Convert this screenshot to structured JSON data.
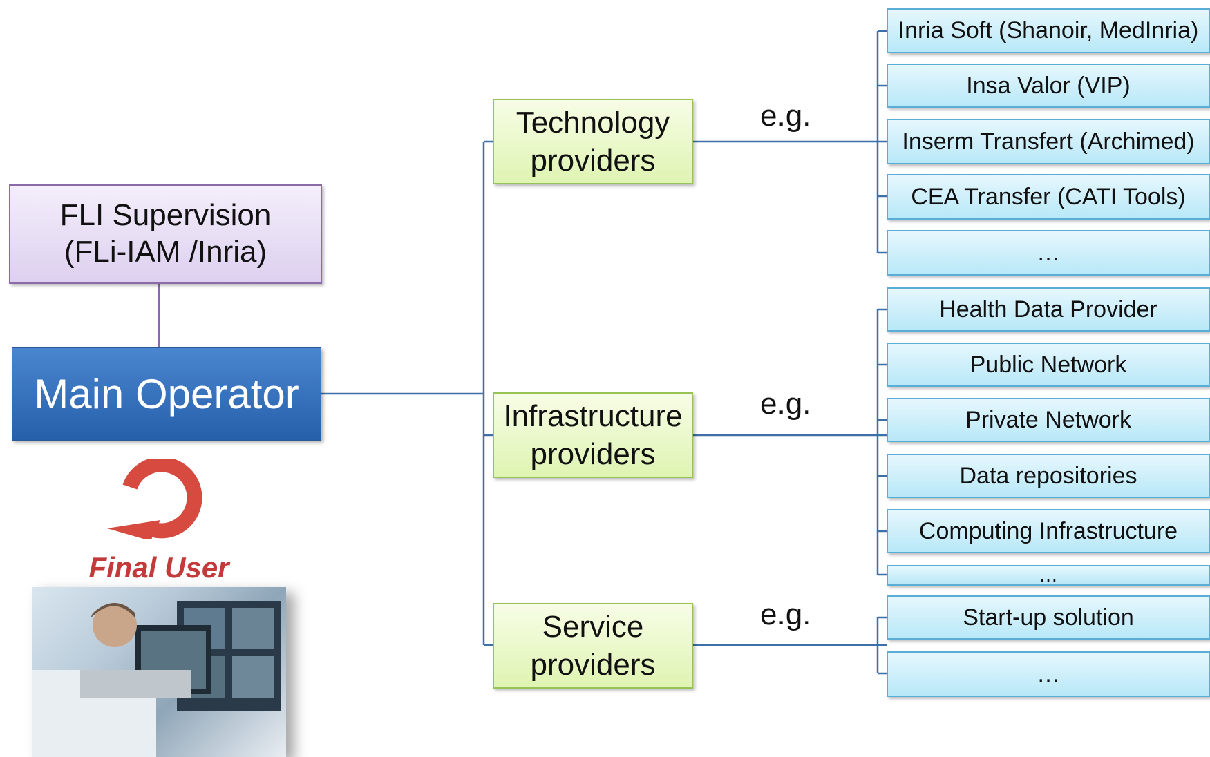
{
  "supervision": {
    "line1": "FLI Supervision",
    "line2": "(FLi-IAM /Inria)"
  },
  "main_operator": "Main Operator",
  "final_user": "Final User",
  "eg_label": "e.g.",
  "providers": {
    "technology": {
      "line1": "Technology",
      "line2": "providers",
      "examples": [
        "Inria Soft (Shanoir, MedInria)",
        "Insa Valor (VIP)",
        "Inserm Transfert (Archimed)",
        "CEA Transfer (CATI Tools)",
        "…"
      ]
    },
    "infrastructure": {
      "line1": "Infrastructure",
      "line2": "providers",
      "examples": [
        "Health Data Provider",
        "Public Network",
        "Private Network",
        "Data repositories",
        "Computing Infrastructure",
        "…"
      ]
    },
    "service": {
      "line1": "Service",
      "line2": "providers",
      "examples": [
        "Start-up solution",
        "…"
      ]
    }
  },
  "colors": {
    "connector_blue": "#3e6fa8",
    "connector_purple": "#8a6aa8",
    "final_user_red": "#c43a3a"
  },
  "icons": {
    "refresh": "refresh-arrow-icon",
    "photo": "doctor-photo"
  }
}
